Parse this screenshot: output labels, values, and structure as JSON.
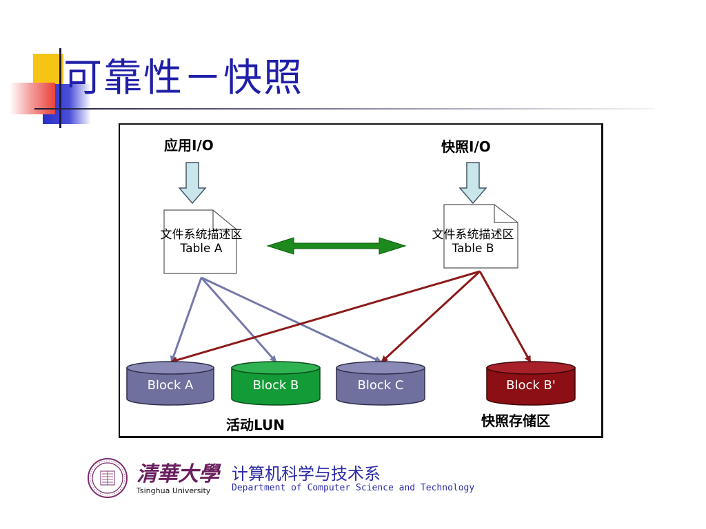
{
  "slide": {
    "title": "可靠性－快照"
  },
  "diagram": {
    "app_io": "应用I/O",
    "snapshot_io": "快照I/O",
    "area_a_line1": "文件系统描述区",
    "area_a_line2": "Table A",
    "area_b_line1": "文件系统描述区",
    "area_b_line2": "Table B",
    "blocks": [
      "Block A",
      "Block B",
      "Block C",
      "Block B'"
    ],
    "active_lun_label": "活动LUN",
    "snapshot_storage_label": "快照存储区",
    "colors": {
      "block_blue": "#70709e",
      "block_green": "#139b38",
      "block_red": "#8b0f14",
      "arrow_blue": "#7478a8",
      "arrow_red": "#8b1a1a",
      "arrow_green": "#1c8a1c",
      "io_arrow_fill": "#c9e6ea"
    }
  },
  "footer": {
    "logo_text": "清華大學",
    "university": "Tsinghua University",
    "dept_cn": "计算机科学与技术系",
    "dept_en": "Department of Computer Science and Technology"
  }
}
